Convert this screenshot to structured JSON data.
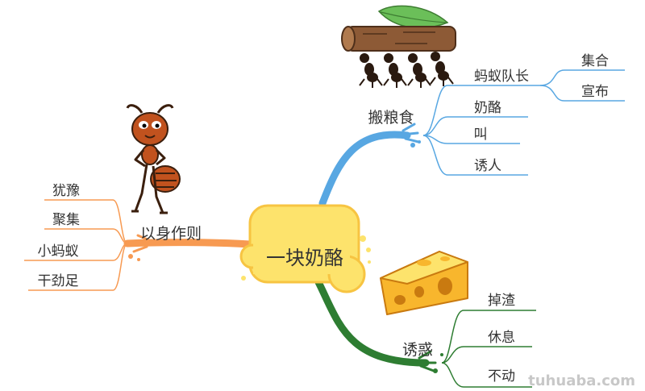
{
  "center": {
    "label": "一块奶酪",
    "color": "#fde36c",
    "border": "#f7c442"
  },
  "branches": {
    "left": {
      "label": "以身作则",
      "color": "#f79a52",
      "items": [
        "犹豫",
        "聚集",
        "小蚂蚁",
        "干劲足"
      ]
    },
    "top_right": {
      "label": "搬粮食",
      "color": "#58a7e2",
      "items": [
        "蚂蚁队长",
        "奶酪",
        "叫",
        "诱人"
      ],
      "sub": {
        "parent": "蚂蚁队长",
        "items": [
          "集合",
          "宣布"
        ]
      }
    },
    "bottom_right": {
      "label": "诱惑",
      "color": "#2e7d32",
      "items": [
        "掉渣",
        "休息",
        "不动"
      ]
    }
  },
  "watermark": "tuhuaba.com",
  "icons": [
    "ant-captain-icon",
    "ants-carrying-log-icon",
    "cheese-wedge-icon"
  ]
}
